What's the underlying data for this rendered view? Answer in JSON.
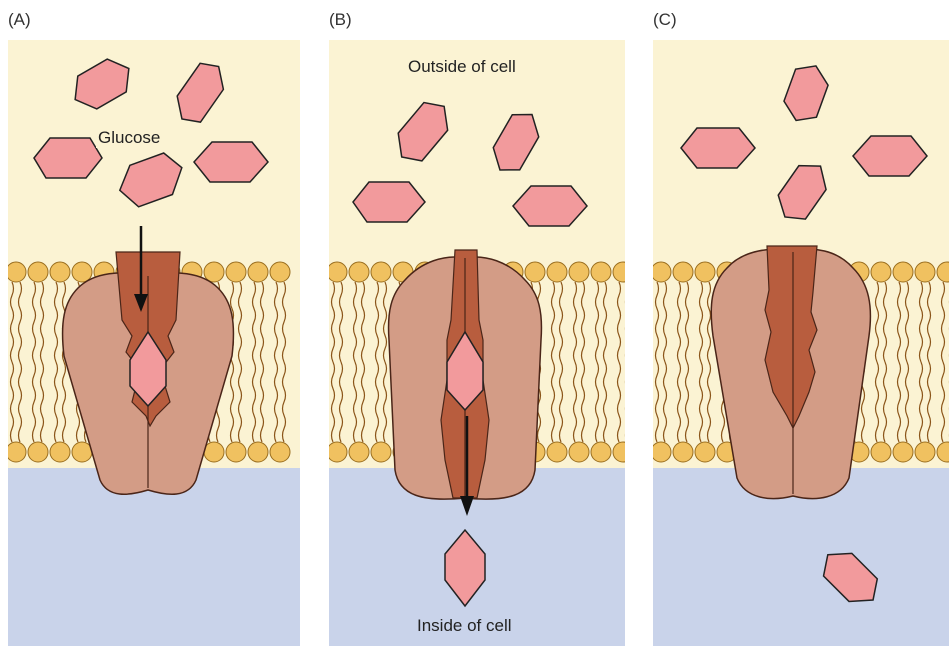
{
  "panels": [
    {
      "label": "(A)"
    },
    {
      "label": "(B)"
    },
    {
      "label": "(C)"
    }
  ],
  "captions": {
    "glucose": "Glucose",
    "outside": "Outside of cell",
    "inside": "Inside of cell"
  },
  "colors": {
    "outside_bg": "#fbf3d3",
    "inside_bg": "#c9d3ea",
    "head": "#f0c160",
    "head_stroke": "#9a6e1f",
    "tail": "#8a5418",
    "protein": "#d39c86",
    "protein_stroke": "#4a2518",
    "channel": "#b85d3e",
    "glucose_fill": "#f29a9c",
    "glucose_stroke": "#222222"
  }
}
